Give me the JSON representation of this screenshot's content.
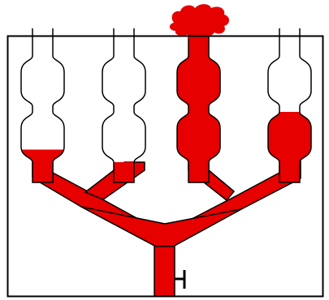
{
  "puzzle": {
    "type": "pour-liquid-into-bulb-tubes",
    "colors": {
      "liquid": "#e60000",
      "outline": "#000000",
      "background": "#ffffff"
    },
    "tubes": [
      {
        "id": "tube-1",
        "upper_bulb_fill": 0.0,
        "lower_bulb_fill": 0.25,
        "stem_filled": true
      },
      {
        "id": "tube-2",
        "upper_bulb_fill": 0.0,
        "lower_bulb_fill": 0.0,
        "stem_filled": true
      },
      {
        "id": "tube-3",
        "upper_bulb_fill": 1.0,
        "lower_bulb_fill": 1.0,
        "stem_filled": true
      },
      {
        "id": "tube-4",
        "upper_bulb_fill": 0.0,
        "lower_bulb_fill": 1.0,
        "stem_filled": true
      }
    ],
    "overflow_splash": true,
    "valve": {
      "icon": "valve-handle-icon"
    }
  }
}
